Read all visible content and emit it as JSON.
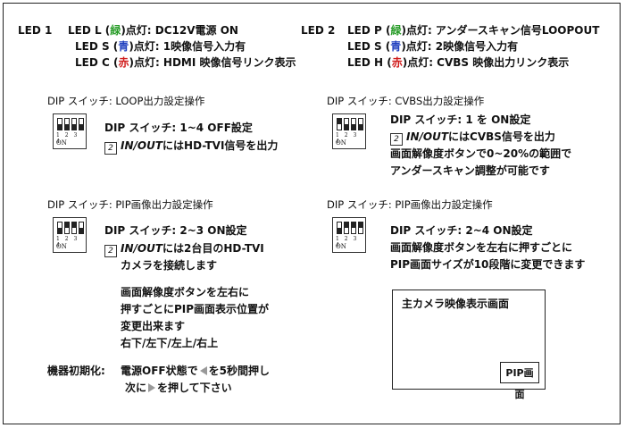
{
  "led1": {
    "label": "LED 1",
    "l": {
      "pre": "LED L (",
      "color": "緑",
      "post": ")点灯: DC12V電源 ON"
    },
    "s": {
      "pre": "LED S (",
      "color": "青",
      "post": ")点灯: 1映像信号入力有"
    },
    "c": {
      "pre": "LED C (",
      "color": "赤",
      "post": ")点灯: HDMI 映像信号リンク表示"
    }
  },
  "led2": {
    "label": "LED 2",
    "p": {
      "pre": "LED P (",
      "color": "緑",
      "post": ")点灯: アンダースキャン信号LOOPOUT"
    },
    "s": {
      "pre": "LED S (",
      "color": "青",
      "post": ")点灯: 2映像信号入力有"
    },
    "h": {
      "pre": "LED H (",
      "color": "赤",
      "post": ")点灯: CVBS 映像出力リンク表示"
    }
  },
  "loop": {
    "heading": "DIP スイッチ: LOOP出力設定操作",
    "line1": "DIP スイッチ: 1~4 OFF設定",
    "box": "2",
    "io": "IN/OUT",
    "line2": "にはHD-TVI信号を出力"
  },
  "cvbs": {
    "heading": "DIP スイッチ: CVBS出力設定操作",
    "line1": "DIP スイッチ: 1 を ON設定",
    "box": "2",
    "io": "IN/OUT",
    "line2": "にはCVBS信号を出力",
    "line3": "画面解像度ボタンで0~20%の範囲で",
    "line4": "アンダースキャン調整が可能です"
  },
  "pip1": {
    "heading": "DIP スイッチ: PIP画像出力設定操作",
    "line1": "DIP スイッチ: 2~3 ON設定",
    "box": "2",
    "io": "IN/OUT",
    "line2": "には2台目のHD-TVI",
    "line3": "カメラを接続します",
    "p1": "画面解像度ボタンを左右に",
    "p2": "押すごとにPIP画面表示位置が",
    "p3": "変更出来ます",
    "p4": "右下/左下/左上/右上"
  },
  "pip2": {
    "heading": "DIP スイッチ: PIP画像出力設定操作",
    "line1": "DIP スイッチ: 2~4 ON設定",
    "line2": "画面解像度ボタンを左右に押すごとに",
    "line3": "PIP画面サイズが10段階に変更できます"
  },
  "dip_numbers": "1 2 3 4",
  "dip_on": "ON",
  "reset": {
    "label": "機器初期化:",
    "l1a": "電源OFF状態で",
    "l1b": "を5秒間押し",
    "l2a": "次に",
    "l2b": "を押して下さい"
  },
  "screen": {
    "title": "主カメラ映像表示画面",
    "pip": "PIP画面"
  },
  "colors": {
    "green": "#2a9d2a",
    "blue": "#1f3fbf",
    "red": "#d01c1c"
  },
  "dip_states": {
    "loop": [
      false,
      false,
      false,
      false
    ],
    "cvbs": [
      true,
      false,
      false,
      false
    ],
    "pip1": [
      false,
      true,
      true,
      false
    ],
    "pip2": [
      false,
      true,
      true,
      true
    ]
  }
}
